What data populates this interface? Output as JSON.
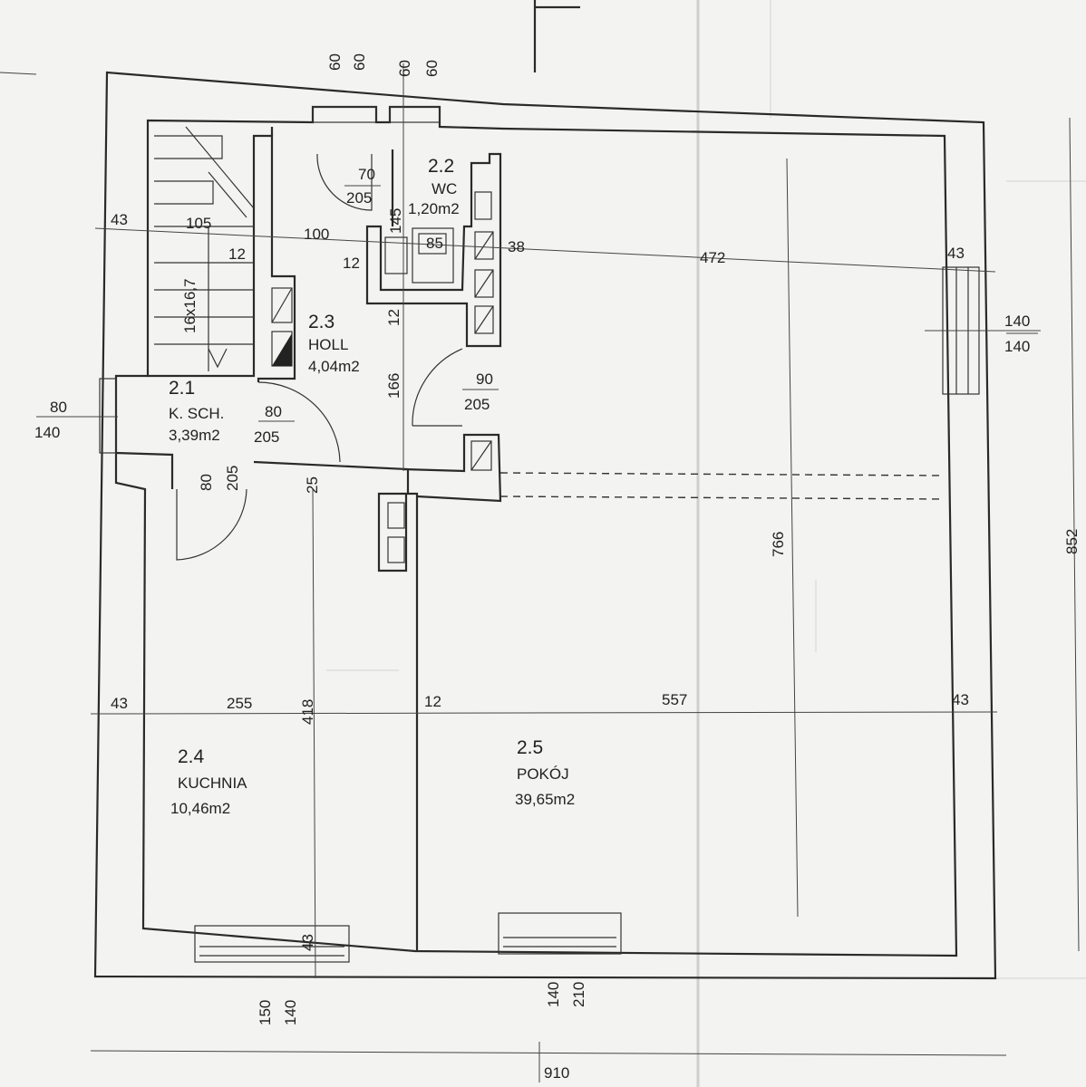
{
  "rooms": {
    "r21": {
      "number": "2.1",
      "name": "K. SCH.",
      "area": "3,39m2"
    },
    "r22": {
      "number": "2.2",
      "name": "WC",
      "area": "1,20m2"
    },
    "r23": {
      "number": "2.3",
      "name": "HOLL",
      "area": "4,04m2"
    },
    "r24": {
      "number": "2.4",
      "name": "KUCHNIA",
      "area": "10,46m2"
    },
    "r25": {
      "number": "2.5",
      "name": "POKÓJ",
      "area": "39,65m2"
    }
  },
  "doors": {
    "wc": {
      "w": "70",
      "h": "205"
    },
    "holl_pokoj": {
      "w": "90",
      "h": "205"
    },
    "ksch": {
      "w": "80",
      "h": "205"
    },
    "kuchnia": {
      "w": "80",
      "h": "205"
    }
  },
  "windows": {
    "top_left_a": "60",
    "top_left_b": "60",
    "top_right_a": "60",
    "top_right_b": "60",
    "left": {
      "a": "80",
      "b": "140"
    },
    "right": {
      "a": "140",
      "b": "140"
    },
    "bottom_left_a": "150",
    "bottom_left_b": "140",
    "bottom_right_a": "140",
    "bottom_right_b": "210"
  },
  "dims": {
    "d43_top": "43",
    "d105": "105",
    "d100": "100",
    "d12_a": "12",
    "d12_b": "12",
    "d12_c": "12",
    "d12_d": "12",
    "d145": "145",
    "d85": "85",
    "d38": "38",
    "d472": "472",
    "d43_right": "43",
    "d166": "166",
    "d25": "25",
    "d766": "766",
    "d852": "852",
    "d43_left": "43",
    "d255": "255",
    "d418": "418",
    "d557": "557",
    "d43_r2": "43",
    "d43_bottom": "43",
    "d910": "910",
    "stairs": "16x16,7"
  }
}
